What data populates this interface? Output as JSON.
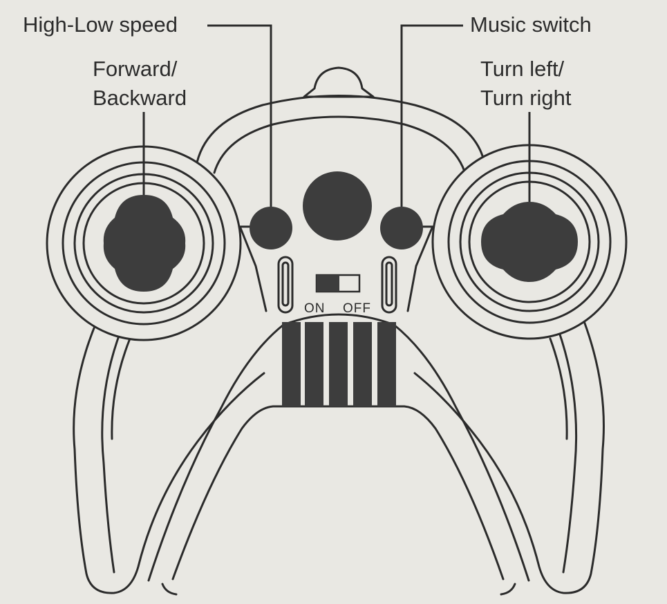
{
  "labels": {
    "high_low_speed": "High-Low speed",
    "music_switch": "Music switch",
    "forward_line1": "Forward/",
    "forward_line2": "Backward",
    "turn_line1": "Turn left/",
    "turn_line2": "Turn right"
  },
  "power_switch": {
    "on_label": "ON",
    "off_label": "OFF"
  },
  "icons": [
    "left-joystick-icon",
    "right-joystick-icon",
    "center-button-icon",
    "speed-button-icon",
    "music-button-icon",
    "power-switch-icon"
  ],
  "colors": {
    "background": "#e9e8e3",
    "ink": "#2b2b2b",
    "fill": "#3d3d3d"
  }
}
